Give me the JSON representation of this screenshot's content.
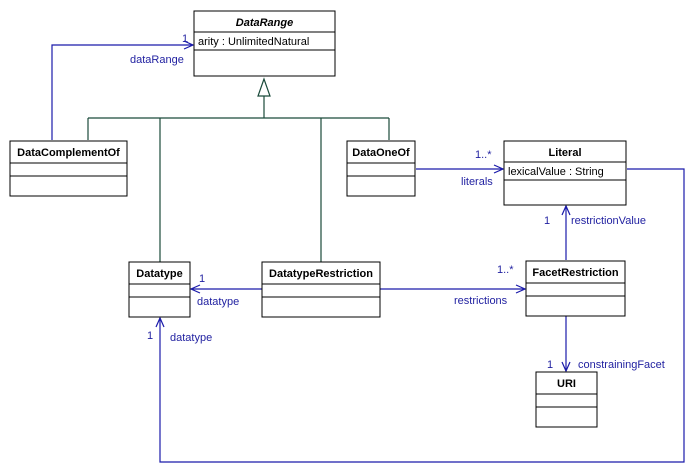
{
  "colors": {
    "box_fill": "#ffffff",
    "border": "#000000",
    "generalization": "#1a4a3a",
    "association": "#1a1aaa",
    "label": "#1f1fa0"
  },
  "classes": {
    "data_range": {
      "name": "DataRange",
      "abstract": true,
      "attributes": [
        "arity : UnlimitedNatural"
      ]
    },
    "data_complement_of": {
      "name": "DataComplementOf",
      "attributes": []
    },
    "data_one_of": {
      "name": "DataOneOf",
      "attributes": []
    },
    "literal": {
      "name": "Literal",
      "attributes": [
        "lexicalValue : String"
      ]
    },
    "datatype": {
      "name": "Datatype",
      "attributes": []
    },
    "datatype_restriction": {
      "name": "DatatypeRestriction",
      "attributes": []
    },
    "facet_restriction": {
      "name": "FacetRestriction",
      "attributes": []
    },
    "uri": {
      "name": "URI",
      "attributes": []
    }
  },
  "associations": {
    "complement_to_range": {
      "multiplicity": "1",
      "role": "dataRange"
    },
    "one_of_to_literal": {
      "multiplicity": "1..*",
      "role": "literals"
    },
    "facet_to_literal": {
      "multiplicity": "1",
      "role": "restrictionValue"
    },
    "restriction_to_datatype": {
      "multiplicity": "1",
      "role": "datatype"
    },
    "restriction_to_facet": {
      "multiplicity": "1..*",
      "role": "restrictions"
    },
    "facet_to_uri": {
      "multiplicity": "1",
      "role": "constrainingFacet"
    },
    "literal_to_datatype": {
      "multiplicity": "1",
      "role": "datatype"
    }
  }
}
